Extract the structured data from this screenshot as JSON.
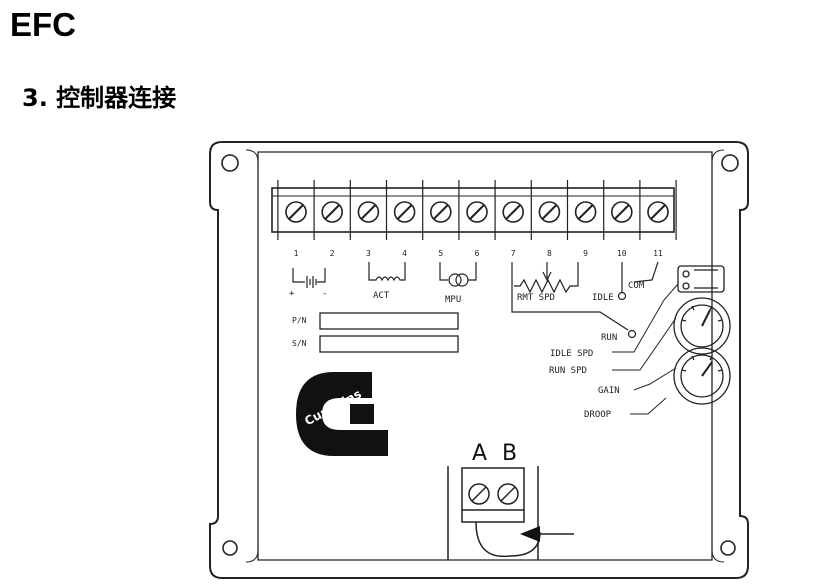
{
  "title": "EFC",
  "subtitle": "3. 控制器连接",
  "terminals": {
    "numbers": [
      "1",
      "2",
      "3",
      "4",
      "5",
      "6",
      "7",
      "8",
      "9",
      "10",
      "11"
    ]
  },
  "labels": {
    "act": "ACT",
    "mpu": "MPU",
    "rmt_spd": "RMT SPD",
    "idle": "IDLE",
    "com": "COM",
    "pn": "P/N",
    "sn": "S/N",
    "run": "RUN",
    "idle_spd": "IDLE SPD",
    "run_spd": "RUN SPD",
    "gain": "GAIN",
    "droop": "DROOP",
    "plus": "+",
    "minus": "-"
  },
  "lower_terminals": {
    "a": "A",
    "b": "B"
  },
  "logo": {
    "text": "Cummins"
  }
}
